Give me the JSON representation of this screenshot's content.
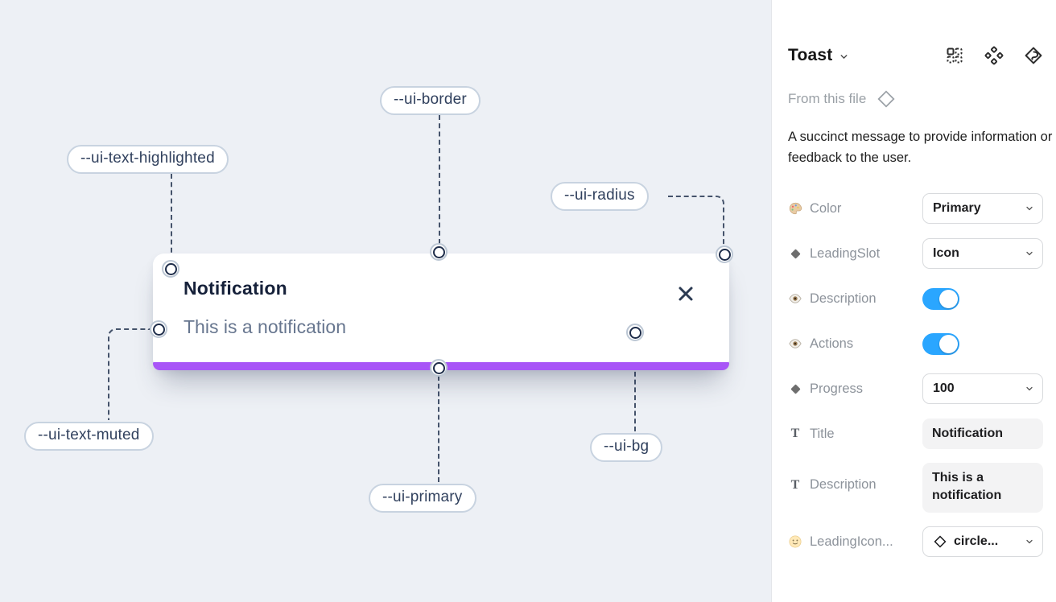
{
  "canvas": {
    "toast": {
      "title": "Notification",
      "description": "This is a notification"
    },
    "labels": {
      "text_highlighted": "--ui-text-highlighted",
      "border": "--ui-border",
      "radius": "--ui-radius",
      "text_muted": "--ui-text-muted",
      "primary": "--ui-primary",
      "bg": "--ui-bg"
    },
    "colors": {
      "primary_bar": "#a855f7",
      "canvas_bg": "#edf0f5",
      "dash_line": "#45536b"
    }
  },
  "panel": {
    "title": "Toast",
    "source_label": "From this file",
    "description": "A succinct message to provide information or feedback to the user.",
    "header_icons": [
      "instance-grid-icon",
      "component-diamonds-icon",
      "brand-icon"
    ],
    "accent": {
      "toggle_on": "#2aa6ff"
    },
    "props": {
      "color": {
        "label": "Color",
        "value": "Primary",
        "icon": "palette-icon",
        "control": "dropdown"
      },
      "leading_slot": {
        "label": "LeadingSlot",
        "value": "Icon",
        "icon": "diamond-icon",
        "control": "dropdown"
      },
      "description_toggle": {
        "label": "Description",
        "state": "on",
        "icon": "eye-icon",
        "control": "toggle"
      },
      "actions_toggle": {
        "label": "Actions",
        "state": "on",
        "icon": "eye-icon",
        "control": "toggle"
      },
      "progress": {
        "label": "Progress",
        "value": "100",
        "icon": "diamond-icon",
        "control": "dropdown"
      },
      "title_field": {
        "label": "Title",
        "value": "Notification",
        "icon": "text-icon",
        "control": "text"
      },
      "description_field": {
        "label": "Description",
        "value": "This is a notification",
        "icon": "text-icon",
        "control": "text"
      },
      "leading_icon": {
        "label": "LeadingIcon...",
        "value": "circle...",
        "icon": "smiley-icon",
        "control": "dropdown-glyph"
      }
    }
  }
}
